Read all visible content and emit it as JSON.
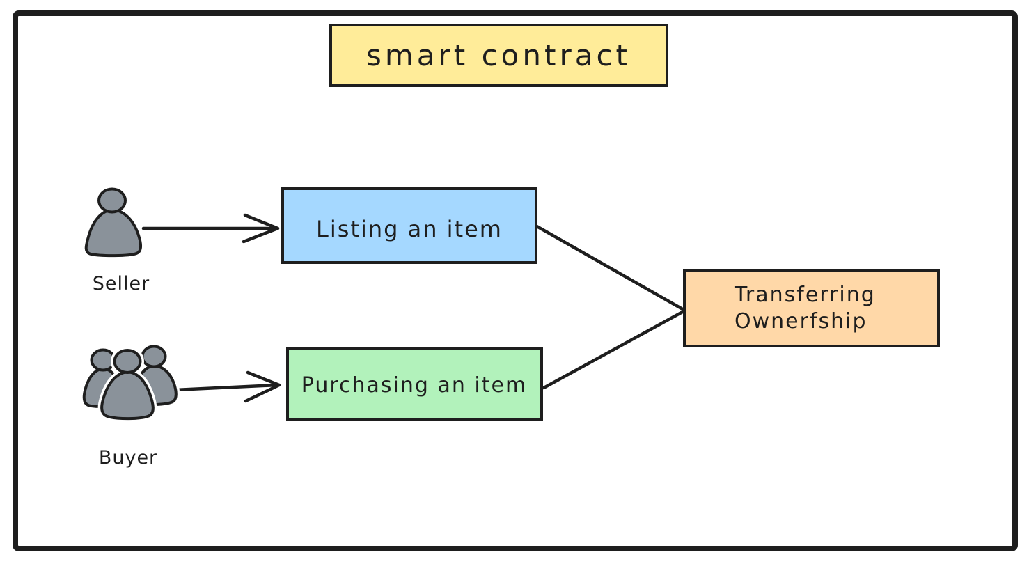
{
  "diagram": {
    "title": {
      "label": "smart contract",
      "fill": "#ffec99"
    },
    "actors": {
      "seller": {
        "label": "Seller",
        "icon": "person-icon"
      },
      "buyer": {
        "label": "Buyer",
        "icon": "people-group-icon"
      }
    },
    "nodes": {
      "listing": {
        "label": "Listing an item",
        "fill": "#a5d8ff"
      },
      "purchasing": {
        "label": "Purchasing an item",
        "fill": "#b2f2bb"
      },
      "transferring": {
        "lines": [
          "Transferring",
          "Ownerfship"
        ],
        "fill": "#ffd8a8"
      }
    },
    "edges": [
      {
        "from": "seller",
        "to": "listing",
        "type": "arrow"
      },
      {
        "from": "buyer",
        "to": "purchasing",
        "type": "arrow"
      },
      {
        "from": "listing",
        "to": "transferring",
        "type": "line"
      },
      {
        "from": "purchasing",
        "to": "transferring",
        "type": "line"
      }
    ],
    "colors": {
      "stroke": "#1e1e1e",
      "person_fill": "#8a929a",
      "background": "#ffffff"
    }
  }
}
